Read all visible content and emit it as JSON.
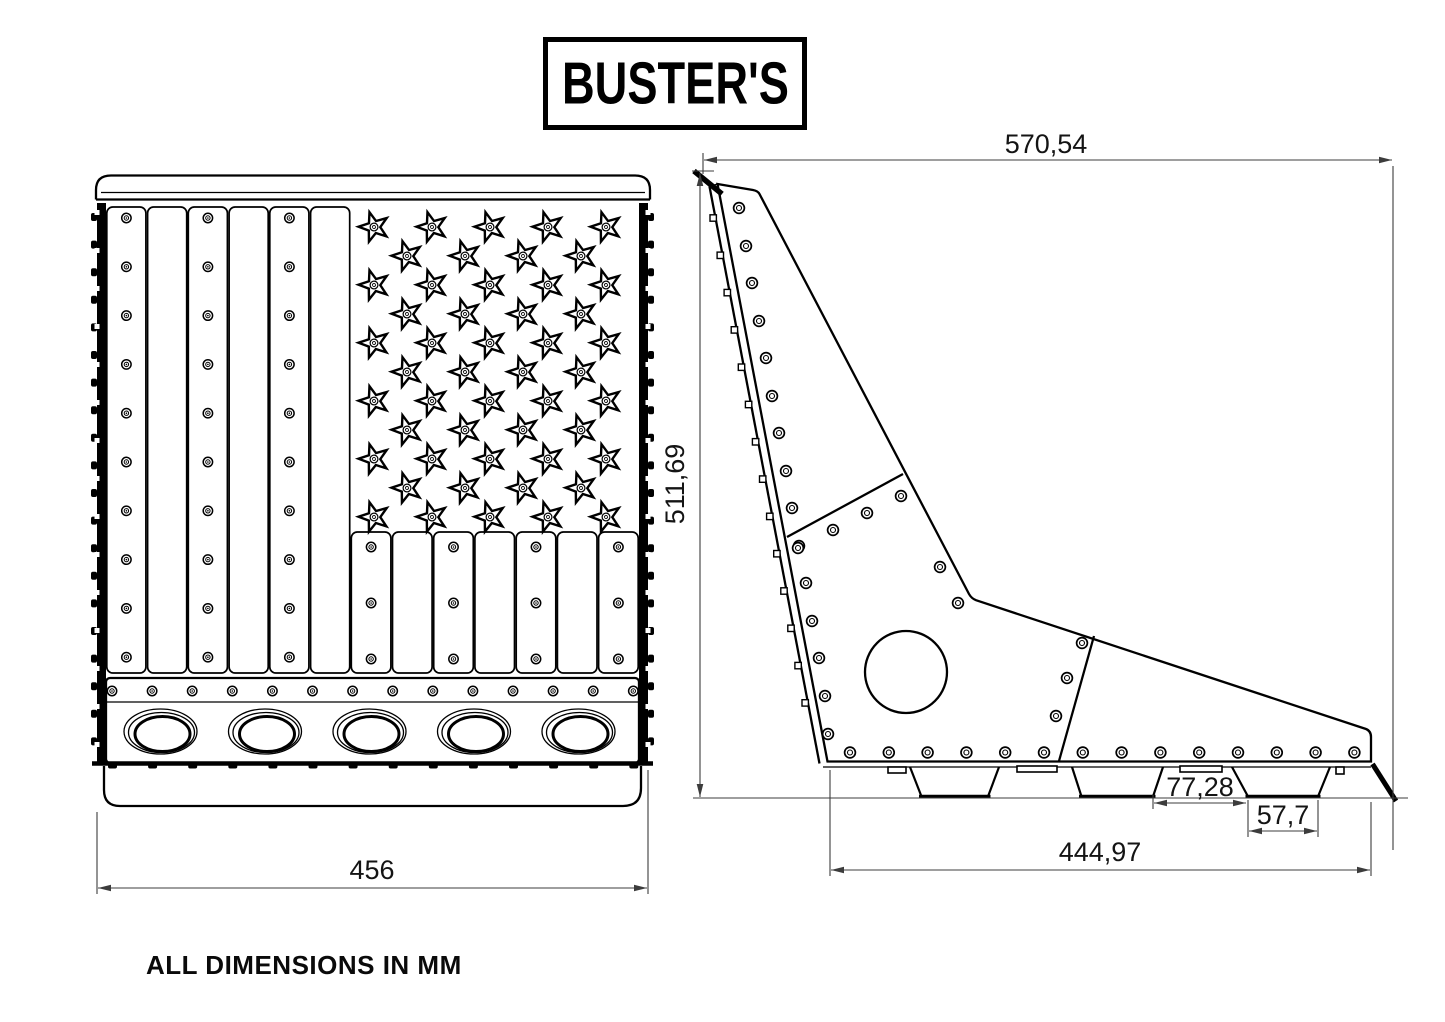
{
  "logo": {
    "text": "BUSTER'S"
  },
  "note": {
    "text": "ALL DIMENSIONS IN MM"
  },
  "dimensions": {
    "front_width": "456",
    "side_overall_width": "570,54",
    "side_overall_height": "511,69",
    "side_base_length": "444,97",
    "side_feet_gap": "77,28",
    "side_foot_width": "57,7"
  },
  "design": {
    "line_color": "#000000",
    "dim_color": "#3c3c3c",
    "star_rows": [
      5,
      4,
      5,
      4,
      5,
      4,
      5,
      4,
      5,
      4,
      5
    ],
    "full_stripe_slats": 6,
    "short_stripe_slats": 7,
    "oval_cutouts": 5
  }
}
